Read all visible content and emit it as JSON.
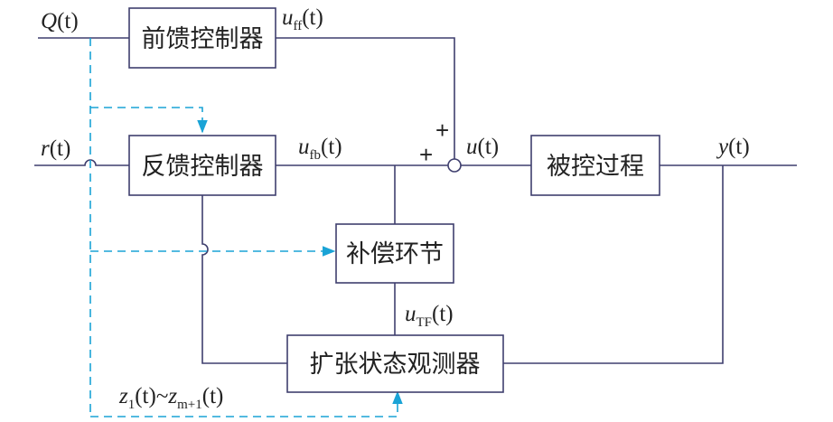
{
  "colors": {
    "line": "#3f3f6e",
    "dashed": "#1aa3d6",
    "text": "#222222"
  },
  "blocks": {
    "feedforward": "前馈控制器",
    "feedback": "反馈控制器",
    "compensation": "补偿环节",
    "process": "被控过程",
    "observer": "扩张状态观测器"
  },
  "signals": {
    "Q": {
      "main": "Q",
      "arg": "(t)"
    },
    "r": {
      "main": "r",
      "arg": "(t)"
    },
    "uff": {
      "main": "u",
      "sub": "ff",
      "arg": "(t)"
    },
    "ufb": {
      "main": "u",
      "sub": "fb",
      "arg": "(t)"
    },
    "u": {
      "main": "u",
      "arg": "(t)"
    },
    "y": {
      "main": "y",
      "arg": "(t)"
    },
    "uTF": {
      "main": "u",
      "sub": "TF",
      "arg": "(t)"
    },
    "z": {
      "z1": "z",
      "s1": "1",
      "a1": "(t)",
      "tilde": "~",
      "z2": "z",
      "s2": "m+1",
      "a2": "(t)"
    }
  },
  "signs": {
    "top": "+",
    "left": "+"
  }
}
